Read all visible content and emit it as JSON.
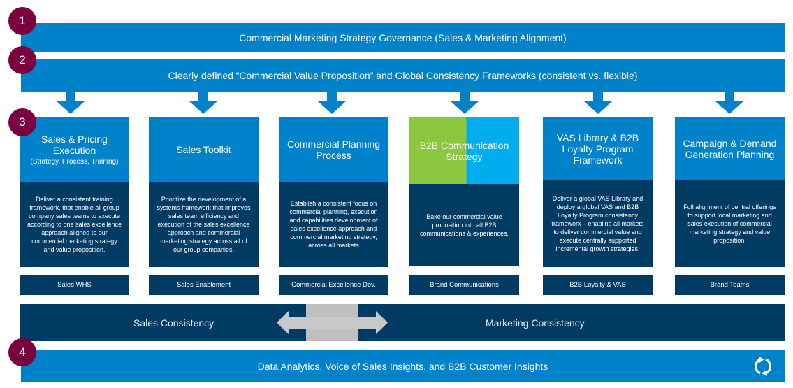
{
  "markers": [
    "1",
    "2",
    "3",
    "4"
  ],
  "governance_bar": {
    "label": "Commercial Marketing Strategy Governance (Sales & Marketing Alignment)"
  },
  "value_prop_bar": {
    "label": "Clearly defined “Commercial Value Proposition” and Global Consistency Frameworks (consistent vs. flexible)"
  },
  "pillars": [
    {
      "title": "Sales & Pricing Execution",
      "subtitle": "(Strategy, Process, Training)",
      "description": "Deliver a consistent training framework, that enable all group company sales teams to execute according to one sales excellence approach aligned to our commercial marketing strategy and value proposition.",
      "owner": "Sales WHS"
    },
    {
      "title": "Sales Toolkit",
      "subtitle": "",
      "description": "Prioritize the development of a systems framework that improves sales team efficiency and execution of the sales excellence approach and commercial marketing strategy across all of our group companies.",
      "owner": "Sales Enablement"
    },
    {
      "title": "Commercial Planning Process",
      "subtitle": "",
      "description": "Establish a consistent focus on commercial planning, execution and capabilities development of sales excellence approach and commercial marketing strategy, across all markets",
      "owner": "Commercial Excellence Dev."
    },
    {
      "title": "B2B Communication Strategy",
      "subtitle": "",
      "description": "Bake our commercial value proposition into all B2B communications & experiences.",
      "owner": "Brand Communications"
    },
    {
      "title": "VAS Library & B2B Loyalty Program Framework",
      "subtitle": "",
      "description": "Deliver a global VAS Library and deploy a global VAS and B2B Loyalty Program consistency framework – enabling all markets to deliver commercial value and execute centrally supported incremental growth strategies.",
      "owner": "B2B Loyalty & VAS"
    },
    {
      "title": "Campaign & Demand Generation Planning",
      "subtitle": "",
      "description": "Full alignment of central offerings to support local marketing and sales execution of commercial marketing strategy and value proposition.",
      "owner": "Brand Teams"
    }
  ],
  "consistency_band": {
    "left_label": "Sales Consistency",
    "right_label": "Marketing Consistency"
  },
  "insights_bar": {
    "label": "Data Analytics, Voice of Sales Insights, and B2B Customer Insights"
  },
  "icons": {
    "arrows": "down-arrow-icon",
    "bidirectional": "double-arrow-icon",
    "cycle": "cycle-icon"
  },
  "colors": {
    "primary_blue": "#0082ca",
    "navy": "#003b63",
    "marker": "#7a0040",
    "green": "#8dc63f",
    "cyan": "#00aeef",
    "gray": "#bfbfbf"
  }
}
